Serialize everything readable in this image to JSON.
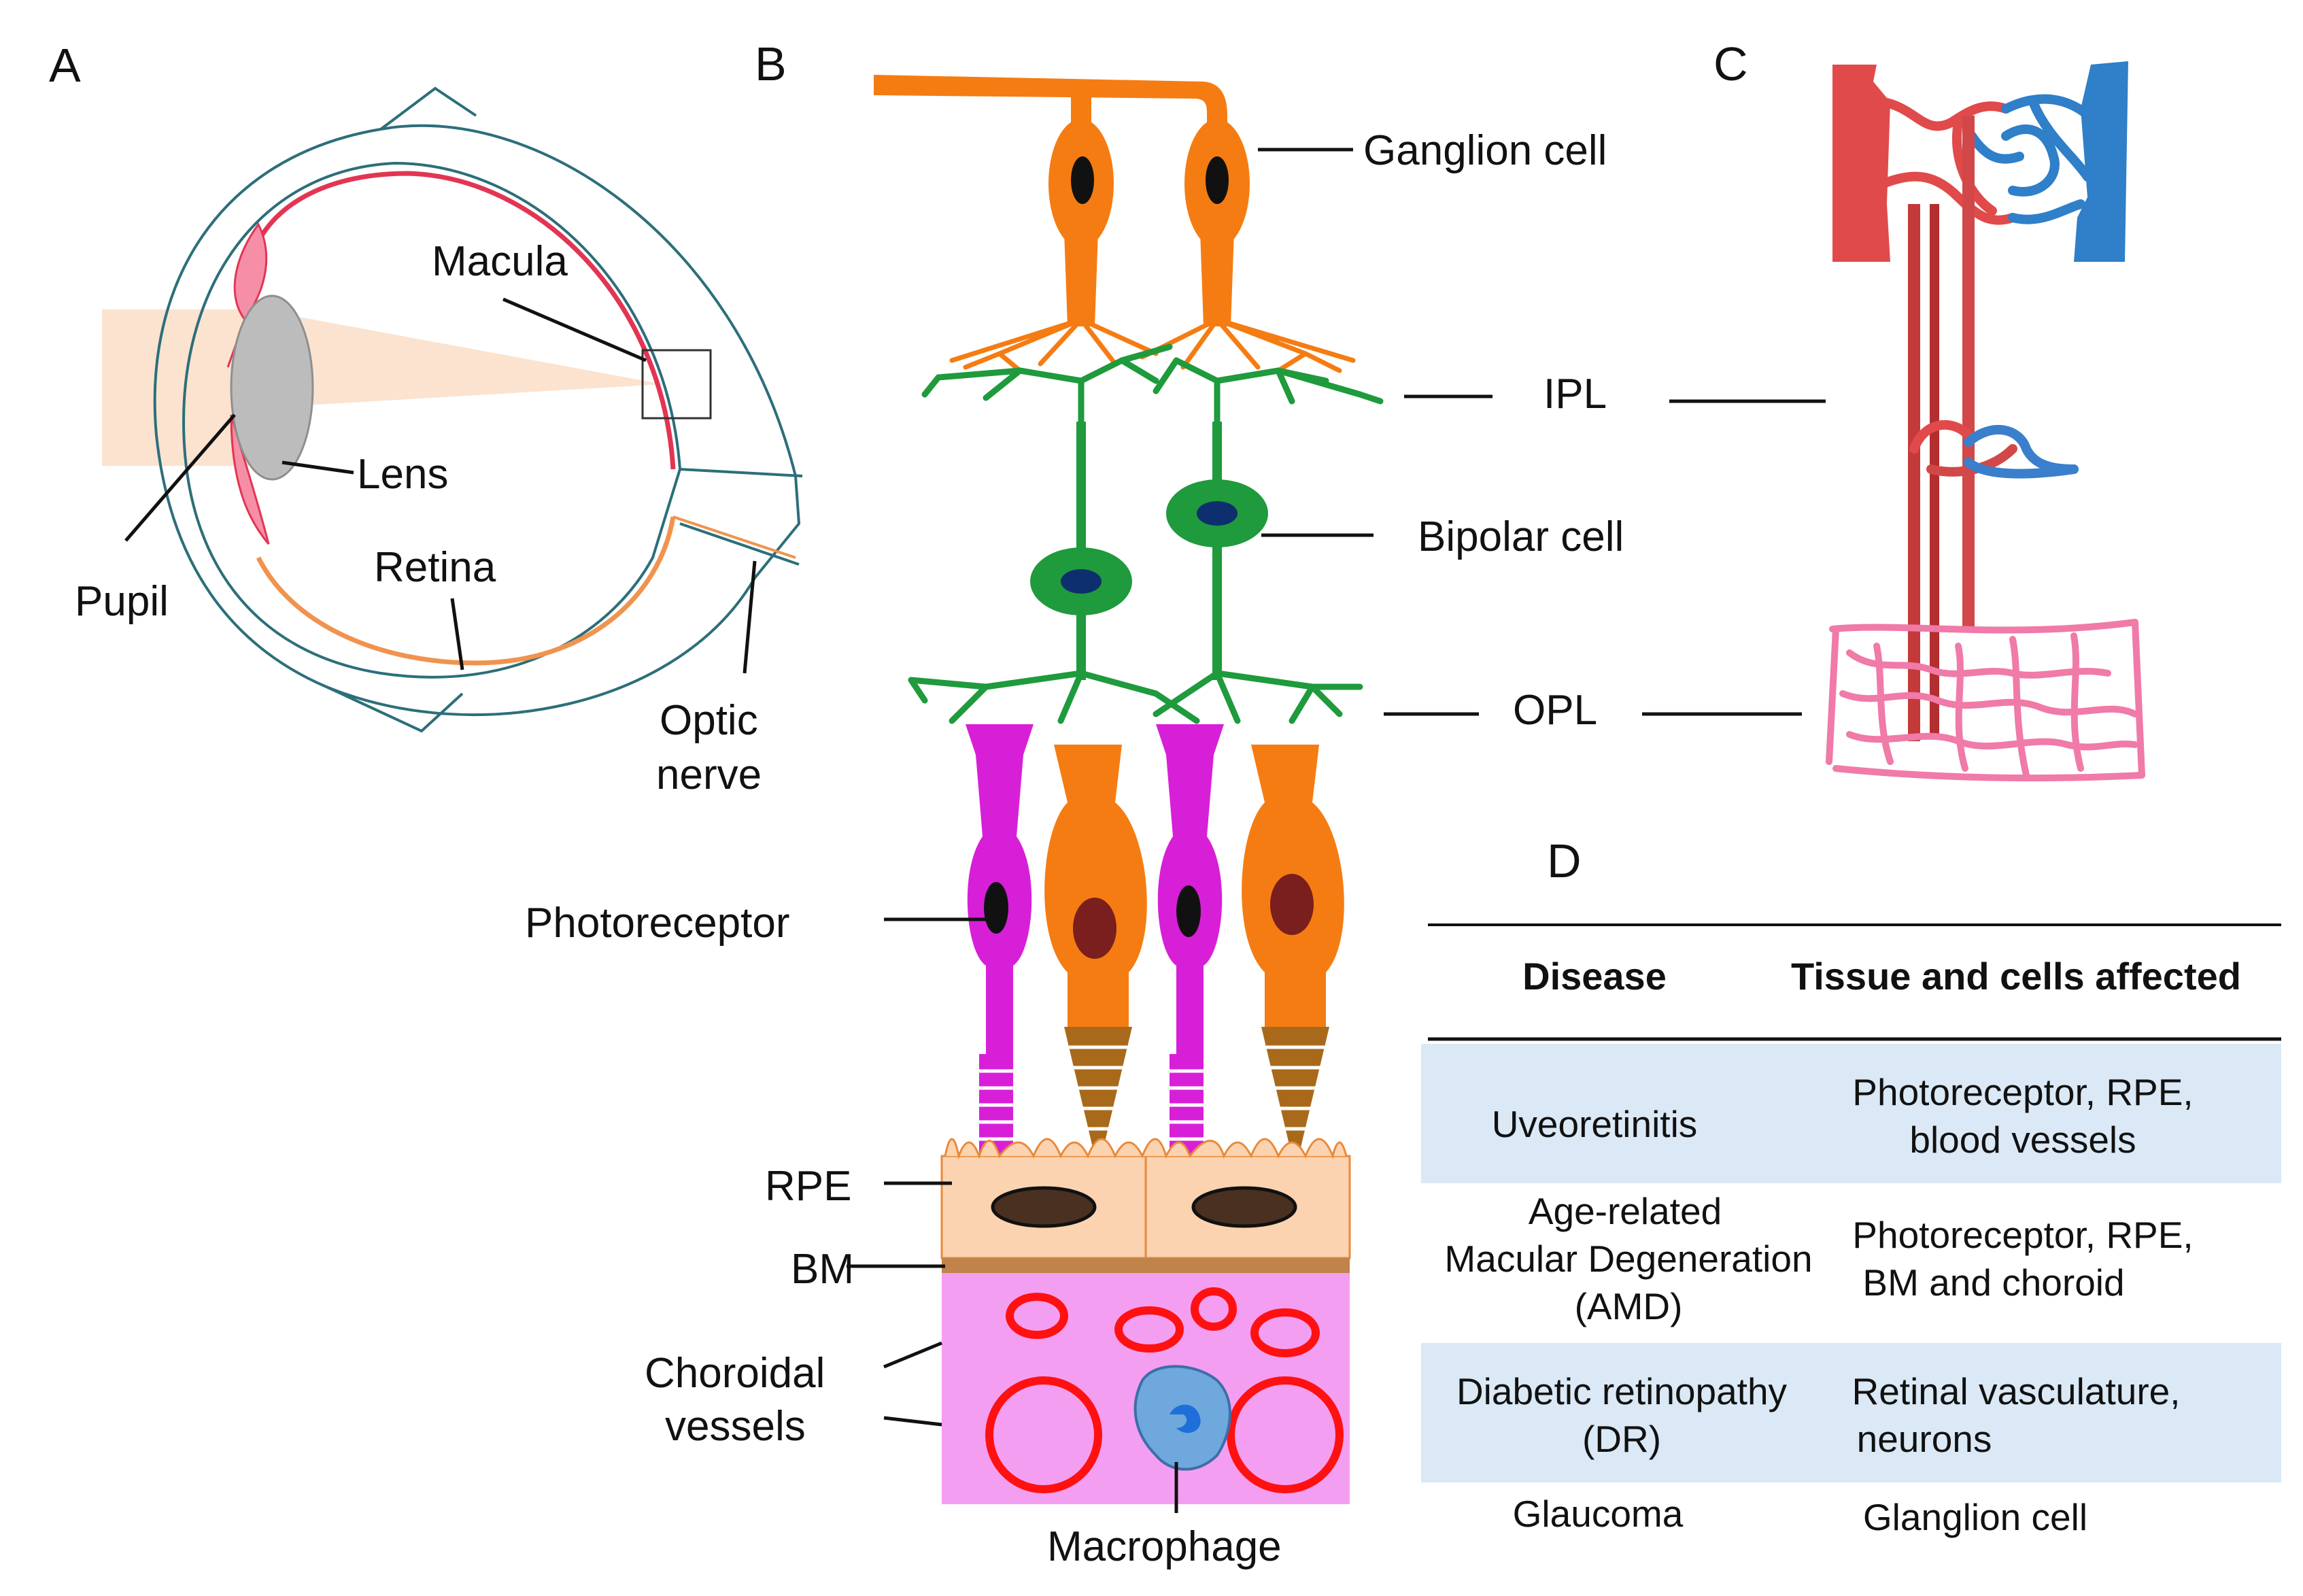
{
  "panels": {
    "a": "A",
    "b": "B",
    "c": "C",
    "d": "D"
  },
  "eye": {
    "macula": "Macula",
    "lens": "Lens",
    "pupil": "Pupil",
    "retina": "Retina",
    "optic_nerve_line1": "Optic",
    "optic_nerve_line2": "nerve"
  },
  "retina_layers": {
    "ganglion_cell": "Ganglion cell",
    "ipl": "IPL",
    "bipolar_cell": "Bipolar cell",
    "opl": "OPL",
    "photoreceptor": "Photoreceptor",
    "rpe": "RPE",
    "bm": "BM",
    "choroidal_line1": "Choroidal",
    "choroidal_line2": "vessels",
    "macrophage": "Macrophage"
  },
  "table": {
    "headers": [
      "Disease",
      "Tissue and cells affected"
    ],
    "rows": [
      {
        "disease": [
          "Uveoretinitis"
        ],
        "affected": [
          "Photoreceptor, RPE,",
          "blood vessels"
        ]
      },
      {
        "disease": [
          "Age-related",
          "Macular Degeneration",
          "(AMD)"
        ],
        "affected": [
          "Photoreceptor, RPE,",
          "BM and choroid"
        ]
      },
      {
        "disease": [
          "Diabetic retinopathy",
          "(DR)"
        ],
        "affected": [
          "Retinal vasculature,",
          "neurons"
        ]
      },
      {
        "disease": [
          "Glaucoma"
        ],
        "affected": [
          "Glanglion cell"
        ]
      }
    ]
  },
  "colors": {
    "ganglion": "#f57c12",
    "bipolar": "#1f9a3c",
    "rod": "#d81fd8",
    "cone": "#f57c12",
    "rpe": "#fbd3b0",
    "choroid": "#f49ef2",
    "vessel_ring": "#ff1111",
    "artery": "#e14a4a",
    "vein": "#2f7fc9",
    "capillary_pink": "#f07aa8",
    "table_band": "#dbe8f5",
    "light_beam": "#fbe3cf"
  }
}
